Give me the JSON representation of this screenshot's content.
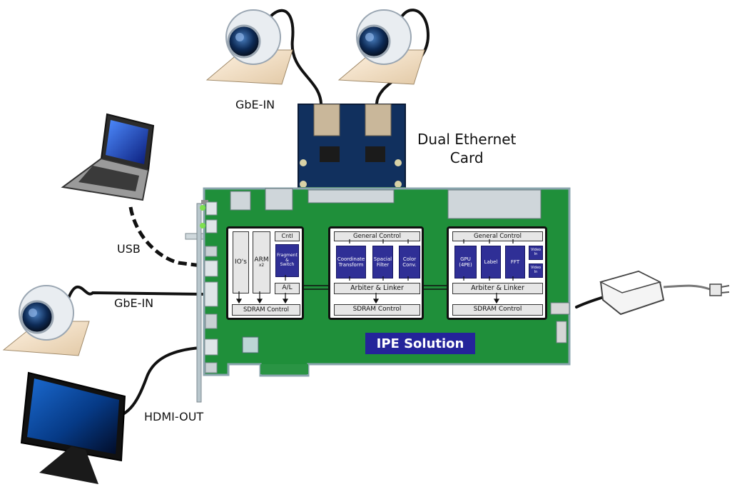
{
  "labels": {
    "gbe_top": "GbE-IN",
    "ethernet_card": "Dual Ethernet\nCard",
    "usb": "USB",
    "gbe_left": "GbE-IN",
    "hdmi": "HDMI-OUT"
  },
  "board_title": "IPE Solution",
  "block1": {
    "ios": "IO's",
    "arm": "ARM",
    "arm_sub": "x2",
    "cntl": "Cntl",
    "frag": "Fragment\n&\nSwitch",
    "al": "A/L",
    "sdram": "SDRAM Control"
  },
  "block2": {
    "general": "General Control",
    "coord": "Coordinate\nTransform",
    "spacial": "Spacial\nFilter",
    "color": "Color\nConv.",
    "arbiter": "Arbiter & Linker",
    "sdram": "SDRAM Control"
  },
  "block3": {
    "general": "General Control",
    "gpu": "GPU\n(4PE)",
    "label": "Label",
    "fft": "FFT",
    "video1": "Video\nIn",
    "video2": "Video\nIn",
    "arbiter": "Arbiter & Linker",
    "sdram": "SDRAM Control"
  },
  "colors": {
    "pcb": "#1f8f3a",
    "chip_blue": "#2f2f96",
    "title_bg": "#24249a"
  }
}
